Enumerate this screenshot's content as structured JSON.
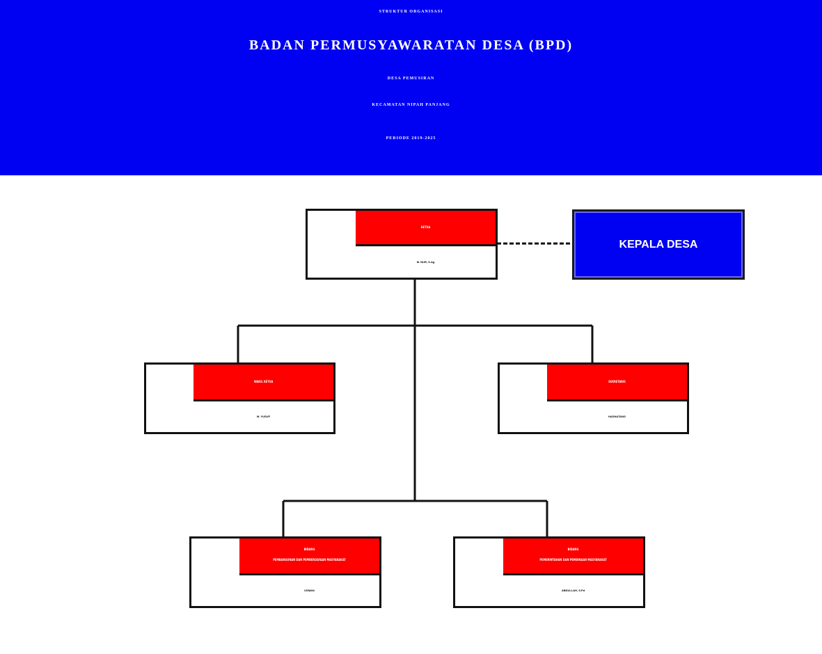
{
  "header": {
    "line1": "STRUKTUR ORGANISASI",
    "line2": "BADAN PERMUSYAWARATAN DESA (BPD)",
    "line3": "DESA PEMUSIRAN",
    "line4": "KECAMATAN NIPAH PANJANG",
    "line5": "PERIODE 2019-2025"
  },
  "colors": {
    "header_bg": "#0000f2",
    "role_bg": "#ff0000",
    "kepala_bg": "#0000f2"
  },
  "kepala_desa": {
    "label": "KEPALA DESA"
  },
  "ketua": {
    "role": "KETUA",
    "name": "M. NUR, S.Ag"
  },
  "wakil_ketua": {
    "role": "WAKIL KETUA",
    "name": "M. YUSUF"
  },
  "sekretaris": {
    "role": "SEKRETARIS",
    "name": "HASNATANG"
  },
  "bidang_1": {
    "role": "BIDANG",
    "sub": "PEMBANGUNAN DAN PEMBERDAYAAN MASYARAKAT",
    "name": "USMAN"
  },
  "bidang_2": {
    "role": "BIDANG",
    "sub": "PEMERINTAHAN DAN PEMBINAAN MASYARAKAT",
    "name": "ABDULLAH, S.Pd"
  }
}
